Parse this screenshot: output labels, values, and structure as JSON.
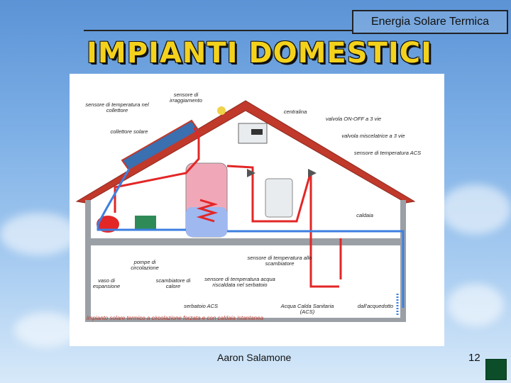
{
  "header": {
    "subject": "Energia Solare Termica"
  },
  "title": "IMPIANTI DOMESTICI",
  "diagram": {
    "labels": {
      "sensore_collettore": "sensore di temperatura nel collettore",
      "sensore_irraggiamento": "sensore di irraggiamento",
      "centralina": "centralina",
      "valvola_onoff": "valvola ON-OFF a 3 vie",
      "valvola_miscelatrice": "valvola miscelatrice a 3 vie",
      "collettore_solare": "collettore solare",
      "sensore_acs": "sensore di temperatura ACS",
      "caldaia": "caldaia",
      "pompe": "pompe di circolazione",
      "sensore_scambiatore": "sensore di temperatura allo scambiatore",
      "vaso": "vaso di espansione",
      "scambiatore": "scambiatore di calore",
      "sensore_serbatoio": "sensore di temperatura acqua riscaldata nel serbatoio",
      "serbatoio": "serbatoio ACS",
      "acqua_calda": "Acqua Calda Sanitaria (ACS)",
      "acquedotto": "dall'acquedotto"
    },
    "caption": "impianto solare termico a circolazione forzata e con caldaia istantanea"
  },
  "footer": {
    "author": "Aaron Salamone",
    "page": "12"
  },
  "colors": {
    "hot_pipe": "#e32626",
    "cold_pipe": "#3d7fe0",
    "roof": "#c0392b",
    "title_yellow": "#f4d21c"
  }
}
